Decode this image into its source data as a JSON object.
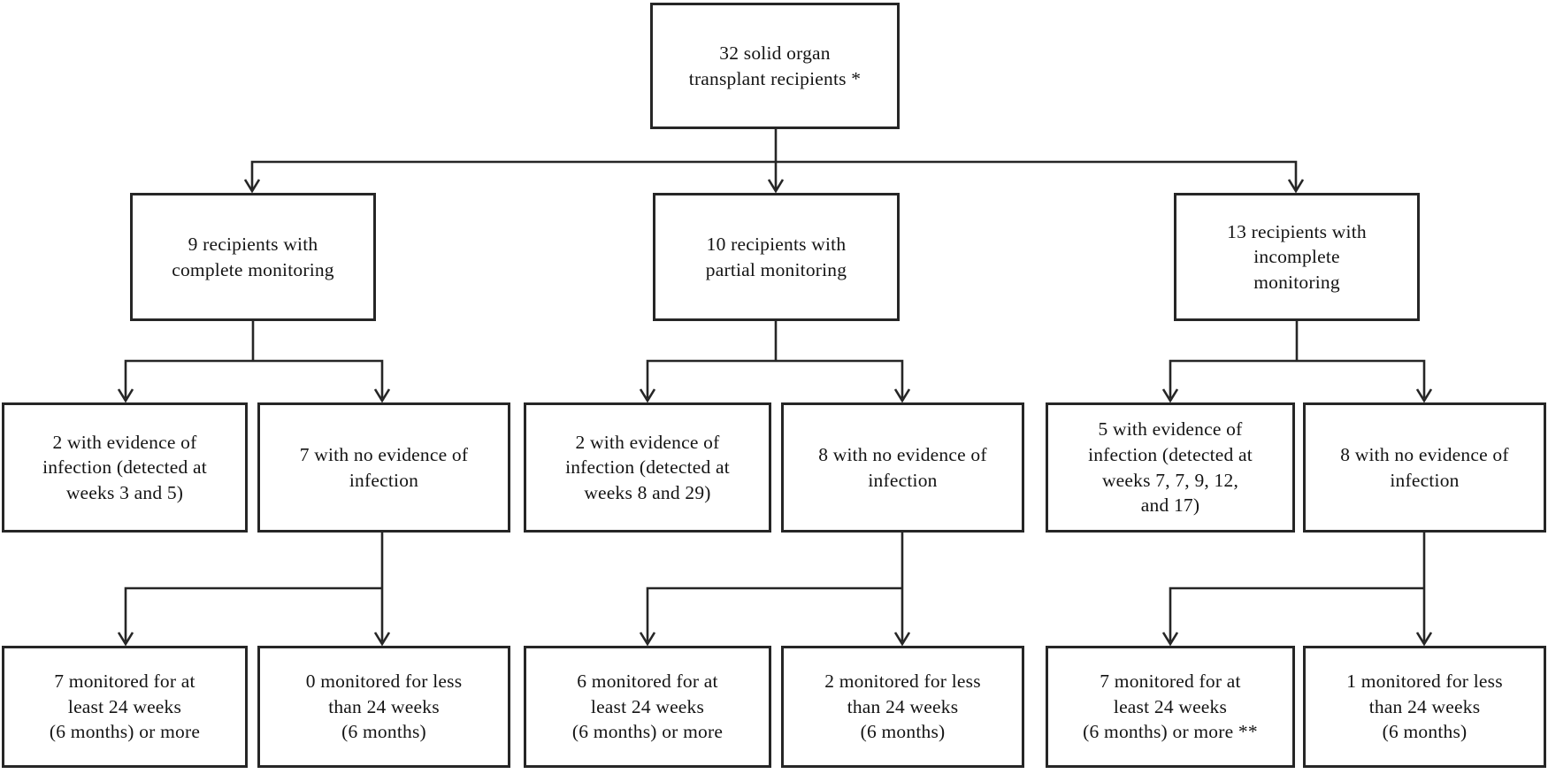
{
  "figure": {
    "kind": "flowchart",
    "description_colors": {
      "background": "#ffffff",
      "box_fill": "#ffffff",
      "box_border": "#262626",
      "connector": "#262626",
      "text": "#141414"
    }
  },
  "nodes": {
    "total": {
      "label": "32 solid organ\ntransplant recipients *"
    },
    "complete": {
      "label": "9 recipients with\ncomplete monitoring"
    },
    "partial": {
      "label": "10 recipients with\npartial monitoring"
    },
    "incomplete": {
      "label": "13 recipients with\nincomplete\nmonitoring"
    },
    "complete_evidence": {
      "label": "2 with evidence of\ninfection (detected at\nweeks 3 and 5)"
    },
    "complete_no_evidence": {
      "label": "7 with no evidence of\ninfection"
    },
    "partial_evidence": {
      "label": "2 with evidence of\ninfection (detected at\nweeks 8 and 29)"
    },
    "partial_no_evidence": {
      "label": "8 with no evidence of\ninfection"
    },
    "incomplete_evidence": {
      "label": "5 with evidence of\ninfection (detected at\nweeks 7, 7, 9, 12,\nand 17)"
    },
    "incomplete_no_evidence": {
      "label": "8 with no evidence of\ninfection"
    },
    "complete_monitored_24wk": {
      "label": "7 monitored for at\nleast 24 weeks\n(6 months) or more"
    },
    "complete_monitored_less": {
      "label": "0 monitored for less\nthan 24 weeks\n(6 months)"
    },
    "partial_monitored_24wk": {
      "label": "6 monitored for at\nleast 24 weeks\n(6 months) or more"
    },
    "partial_monitored_less": {
      "label": "2 monitored for less\nthan 24 weeks\n(6 months)"
    },
    "incomplete_monitored_24wk": {
      "label": "7 monitored for at\nleast 24 weeks\n(6 months) or more **"
    },
    "incomplete_monitored_less": {
      "label": "1 monitored for less\nthan 24 weeks\n(6 months)"
    }
  }
}
